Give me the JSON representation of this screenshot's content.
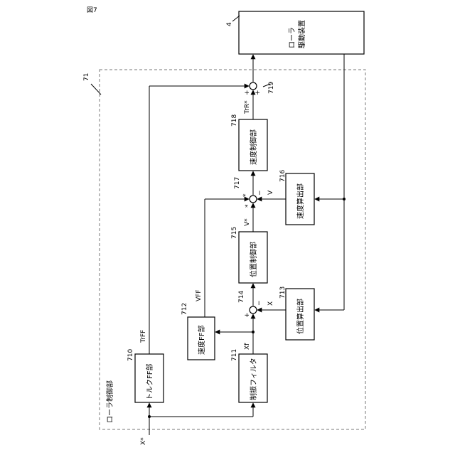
{
  "figure_label": "図7",
  "frame": {
    "ref": "71",
    "title": "ローラ制御部"
  },
  "device": {
    "ref": "4",
    "line1": "ローラ",
    "line2": "駆動装置"
  },
  "blocks": {
    "torque_ff": {
      "ref": "710",
      "label": "トルクFF部"
    },
    "filter": {
      "ref": "711",
      "label": "制振フィルタ"
    },
    "speed_ff": {
      "ref": "712",
      "label": "速度FF部"
    },
    "pos_calc": {
      "ref": "713",
      "label": "位置算出部"
    },
    "pos_ctrl": {
      "ref": "715",
      "label": "位置制御部"
    },
    "speed_calc": {
      "ref": "716",
      "label": "速度算出部"
    },
    "speed_ctrl": {
      "ref": "718",
      "label": "速度制御部"
    }
  },
  "junctions": {
    "sum_714": {
      "ref": "714",
      "sign_ref": "+",
      "sign_fb": "−"
    },
    "sum_717": {
      "ref": "717",
      "sign_ref": "*",
      "sign_ff": "*",
      "sign_fb": "−"
    },
    "sum_719": {
      "ref": "719",
      "sign_a": "+",
      "sign_b": "+"
    }
  },
  "signals": {
    "input": "X*",
    "xf": "Xf",
    "trff": "TrFF",
    "vff": "VFF",
    "x": "X",
    "v": "V",
    "vstar": "V*",
    "trstar": "TrR*"
  }
}
